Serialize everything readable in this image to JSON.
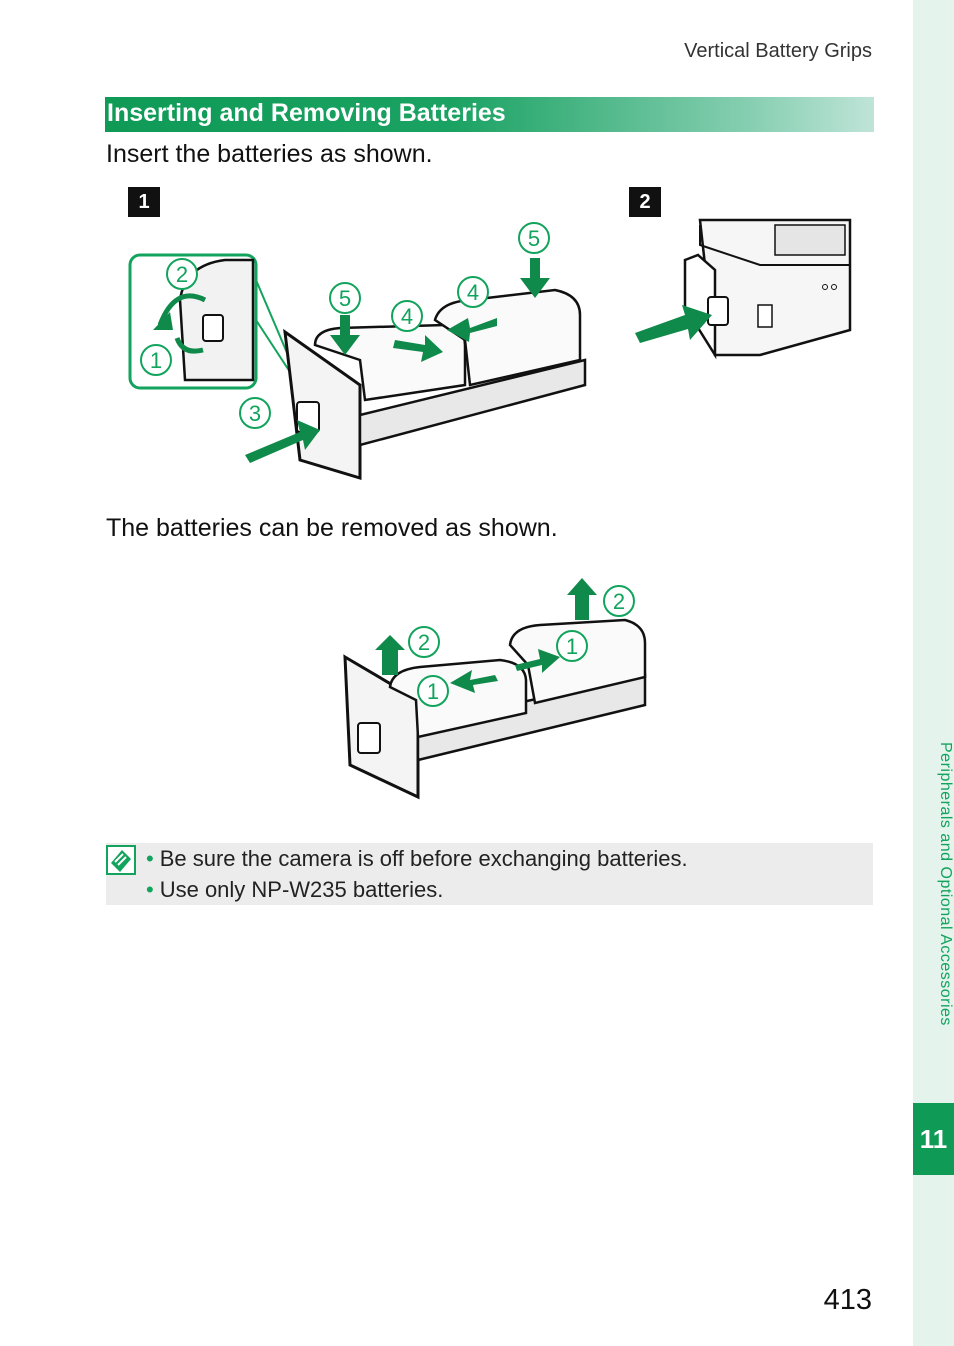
{
  "header": {
    "title": "Vertical Battery Grips"
  },
  "section": {
    "title": "Inserting and Removing Batteries"
  },
  "insert_text": "Insert the batteries as shown.",
  "remove_text": "The batteries can be removed as shown.",
  "steps": {
    "step1": "1",
    "step2": "2"
  },
  "callouts": {
    "n1": "1",
    "n2": "2",
    "n3": "3",
    "n4": "4",
    "n5": "5"
  },
  "notes": [
    "Be sure the camera is off before exchanging batteries.",
    "Use only NP-W235 batteries."
  ],
  "sidebar": {
    "label": "Peripherals and Optional Accessories",
    "chapter": "11"
  },
  "page_number": "413",
  "colors": {
    "accent": "#12a35c",
    "arrow": "#0f8a4a"
  }
}
